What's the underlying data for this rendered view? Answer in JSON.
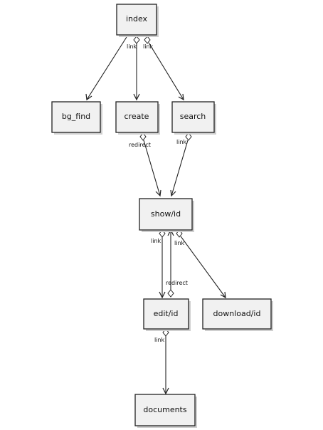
{
  "nodes": {
    "index": "index",
    "bg_find": "bg_find",
    "create": "create",
    "search": "search",
    "show": "show/id",
    "edit": "edit/id",
    "download": "download/id",
    "documents": "documents"
  },
  "edges": {
    "index_bg_find": "",
    "index_create": "link",
    "index_search": "link",
    "create_show": "redirect",
    "search_show": "link",
    "show_edit": "link",
    "edit_show": "redirect",
    "show_download": "link",
    "edit_documents": "link"
  }
}
